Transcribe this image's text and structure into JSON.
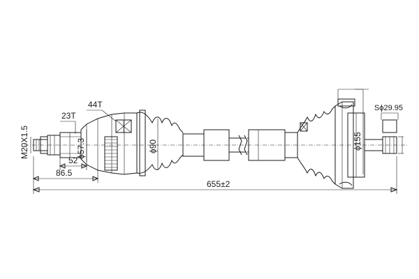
{
  "labels": {
    "thread": "M20X1.5",
    "spline_outer": "23T",
    "spline_inner": "44T",
    "dia_joint": "ϕ57.3",
    "dia_boot": "ϕ90",
    "len_52": "52",
    "len_86": "86.5",
    "total": "655±2",
    "dia_flange": "ϕ155",
    "stub": "Sϕ29.95"
  },
  "colors": {
    "ink": "#1a1a1a",
    "background": "#ffffff"
  }
}
